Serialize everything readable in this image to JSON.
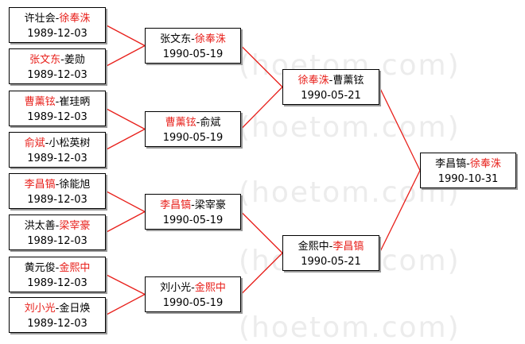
{
  "colors": {
    "winner": "#e8201b",
    "text": "#000000",
    "line": "#e8201b",
    "watermark": "#ececec"
  },
  "watermark": "(hoetom.com)",
  "round1": [
    {
      "p1": "许壮会",
      "p2": "徐奉洙",
      "winner": 2,
      "date": "1989-12-03"
    },
    {
      "p1": "张文东",
      "p2": "姜勋",
      "winner": 1,
      "date": "1989-12-03"
    },
    {
      "p1": "曹薰铉",
      "p2": "崔珪昞",
      "winner": 1,
      "date": "1989-12-03"
    },
    {
      "p1": "俞斌",
      "p2": "小松英树",
      "winner": 1,
      "date": "1989-12-03"
    },
    {
      "p1": "李昌镐",
      "p2": "徐能旭",
      "winner": 1,
      "date": "1989-12-03"
    },
    {
      "p1": "洪太善",
      "p2": "梁宰豪",
      "winner": 2,
      "date": "1989-12-03"
    },
    {
      "p1": "黄元俊",
      "p2": "金熙中",
      "winner": 2,
      "date": "1989-12-03"
    },
    {
      "p1": "刘小光",
      "p2": "金日焕",
      "winner": 1,
      "date": "1989-12-03"
    }
  ],
  "round2": [
    {
      "p1": "张文东",
      "p2": "徐奉洙",
      "winner": 2,
      "date": "1990-05-19"
    },
    {
      "p1": "曹薰铉",
      "p2": "俞斌",
      "winner": 1,
      "date": "1990-05-19"
    },
    {
      "p1": "李昌镐",
      "p2": "梁宰豪",
      "winner": 1,
      "date": "1990-05-19"
    },
    {
      "p1": "刘小光",
      "p2": "金熙中",
      "winner": 2,
      "date": "1990-05-19"
    }
  ],
  "semifinal": [
    {
      "p1": "徐奉洙",
      "p2": "曹薰铉",
      "winner": 1,
      "date": "1990-05-21"
    },
    {
      "p1": "金熙中",
      "p2": "李昌镐",
      "winner": 2,
      "date": "1990-05-21"
    }
  ],
  "final": [
    {
      "p1": "李昌镐",
      "p2": "徐奉洙",
      "winner": 2,
      "date": "1990-10-31"
    }
  ]
}
